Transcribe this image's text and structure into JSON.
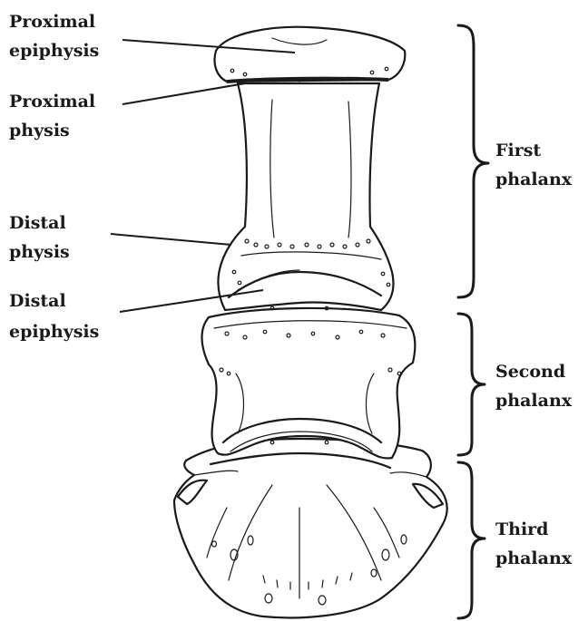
{
  "labels": {
    "proximal_epiphysis": [
      "Proximal",
      "epiphysis"
    ],
    "proximal_physis": [
      "Proximal",
      "physis"
    ],
    "distal_physis": [
      "Distal",
      "physis"
    ],
    "distal_epiphysis": [
      "Distal",
      "epiphysis"
    ],
    "first_phalanx": [
      "First",
      "phalanx"
    ],
    "second_phalanx": [
      "Second",
      "phalanx"
    ],
    "third_phalanx": [
      "Third",
      "phalanx"
    ]
  }
}
